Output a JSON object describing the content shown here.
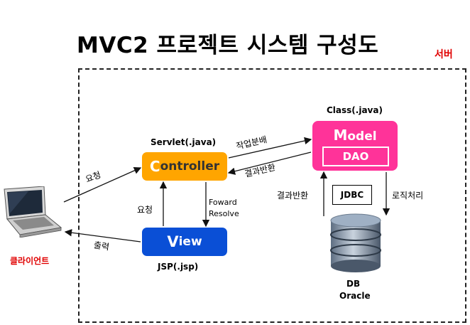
{
  "title": "MVC2 프로젝트 시스템 구성도",
  "server_label": "서버",
  "client_label": "클라이언트",
  "controller": {
    "first": "C",
    "rest": "ontroller",
    "caption": "Servlet(.java)"
  },
  "view": {
    "first": "V",
    "rest": "iew",
    "caption": "JSP(.jsp)"
  },
  "model": {
    "first": "M",
    "rest": "odel",
    "sub": "DAO",
    "caption": "Class(.java)"
  },
  "jdbc": "JDBC",
  "db": {
    "line1": "DB",
    "line2": "Oracle"
  },
  "arrows": {
    "request_client": "요청",
    "output": "출력",
    "work_distribute": "작업분배",
    "result_return_controller": "결과반환",
    "request_view": "요청",
    "forward_line1": "Foward",
    "forward_line2": "Resolve",
    "result_return_model": "결과반환",
    "logic_process": "로직처리"
  },
  "colors": {
    "controller": "#ffa500",
    "view": "#0a4fd6",
    "model": "#ff3399",
    "accent_red": "#e00000"
  },
  "icons": [
    "laptop-icon",
    "database-icon"
  ]
}
